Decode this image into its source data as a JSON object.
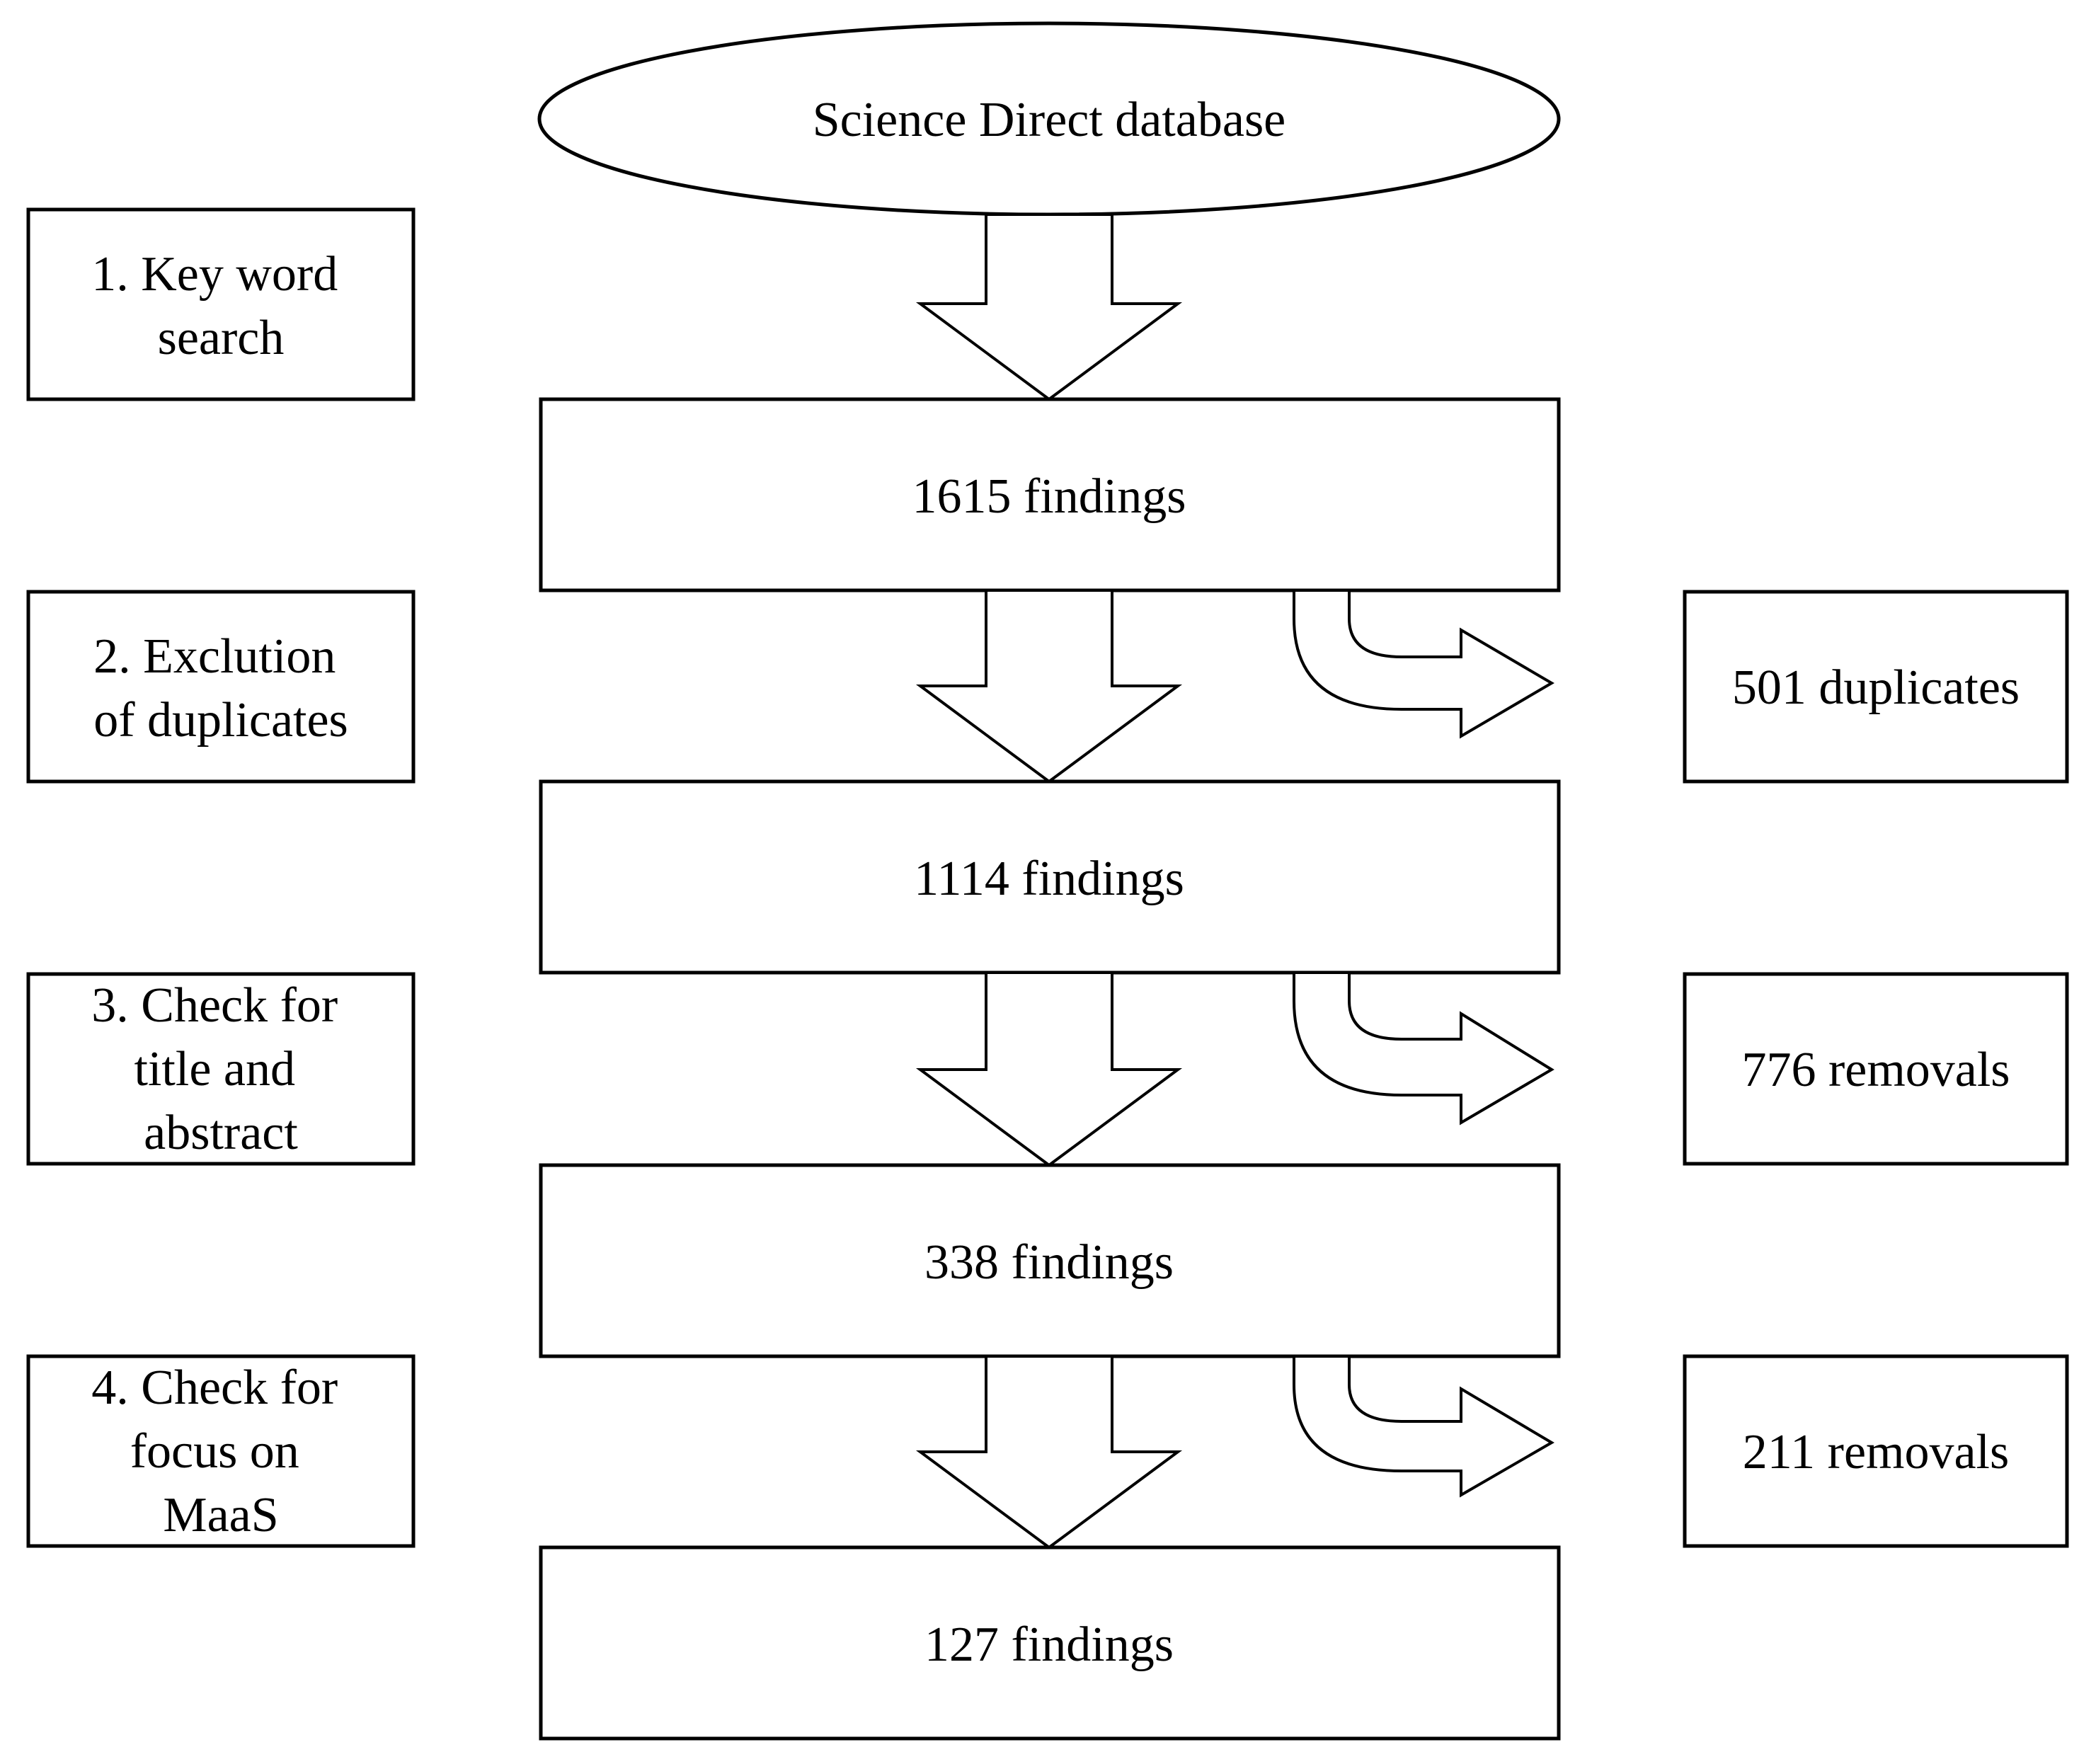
{
  "source": {
    "label": "Science Direct database"
  },
  "steps": [
    {
      "lines": [
        "1. Key word",
        "search"
      ]
    },
    {
      "lines": [
        "2. Exclution",
        "of duplicates"
      ]
    },
    {
      "lines": [
        "3. Check for",
        "title and",
        "abstract"
      ]
    },
    {
      "lines": [
        "4. Check for",
        "focus on",
        "MaaS"
      ]
    }
  ],
  "findings": [
    {
      "label": "1615 findings"
    },
    {
      "label": "1114 findings"
    },
    {
      "label": "338 findings"
    },
    {
      "label": "127 findings"
    }
  ],
  "exclusions": [
    {
      "label": "501 duplicates"
    },
    {
      "label": "776 removals"
    },
    {
      "label": "211 removals"
    }
  ]
}
